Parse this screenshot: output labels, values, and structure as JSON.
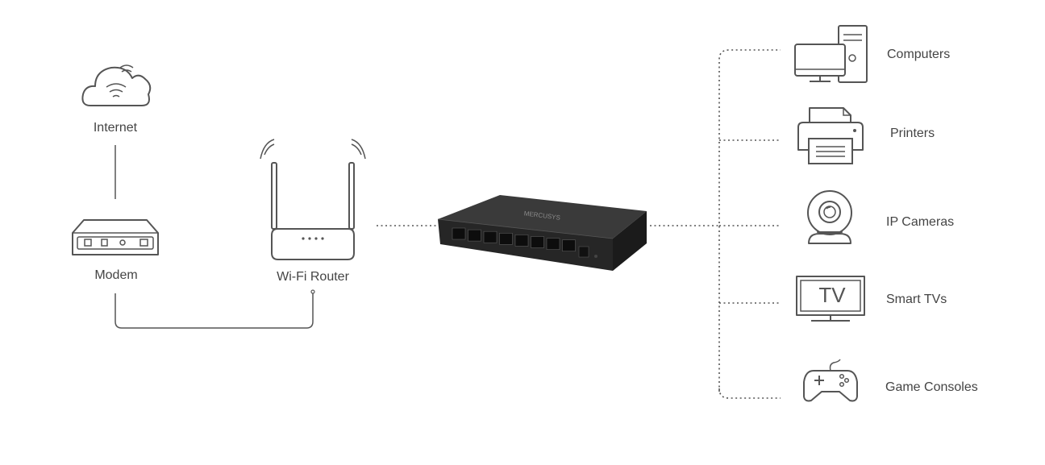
{
  "nodes": {
    "internet": "Internet",
    "modem": "Modem",
    "router": "Wi-Fi Router",
    "switch_brand": "MERCUSYS"
  },
  "devices": {
    "computers": "Computers",
    "printers": "Printers",
    "ip_cameras": "IP Cameras",
    "smart_tvs": "Smart TVs",
    "tv_screen_text": "TV",
    "game_consoles": "Game Consoles"
  },
  "colors": {
    "line": "#555555",
    "label": "#444444",
    "switch_body": "#2b2b2b"
  }
}
